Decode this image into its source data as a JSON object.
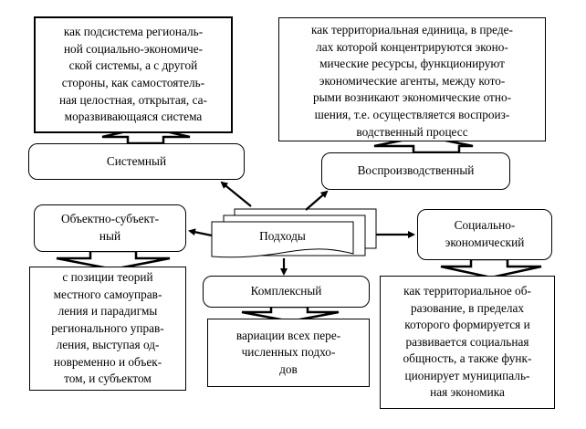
{
  "center": {
    "label": "Подходы"
  },
  "approaches": {
    "systemic": {
      "label": "Системный",
      "description": "как подсистема региональ-\nной социально-экономиче-\nской системы, а с другой\nстороны, как самостоятель-\nная целостная, открытая, са-\nморазвивающаяся система"
    },
    "reproductive": {
      "label": "Воспроизводственный",
      "description": "как территориальная единица, в преде-\nлах которой концентрируются эконо-\nмические ресурсы, функционируют\nэкономические агенты, между кото-\nрыми возникают экономические отно-\nшения, т.е. осуществляется воспроиз-\nводственный процесс"
    },
    "object_subject": {
      "label": "Объектно-субъект-\nный",
      "description": "с позиции теорий\nместного самоуправ-\nления и парадигмы\nрегионального управ-\nления, выступая од-\nновременно и объек-\nтом, и субъектом"
    },
    "socio_economic": {
      "label": "Социально-\nэкономический",
      "description": "как территориальное об-\nразование, в пределах\nкоторого формируется и\nразвивается социальная\nобщность, а также функ-\nционирует муниципаль-\nная экономика"
    },
    "complex": {
      "label": "Комплексный",
      "description": "вариации всех пере-\nчисленных подхо-\nдов"
    }
  }
}
